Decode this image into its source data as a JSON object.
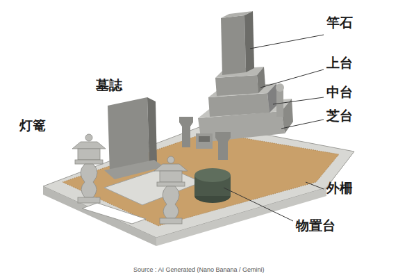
{
  "diagram": {
    "caption": "Source : AI Generated (Nano Banana / Gemini)",
    "labels": [
      "竿石",
      "上台",
      "中台",
      "芝台",
      "墓誌",
      "灯篭",
      "外柵",
      "物置台"
    ]
  }
}
